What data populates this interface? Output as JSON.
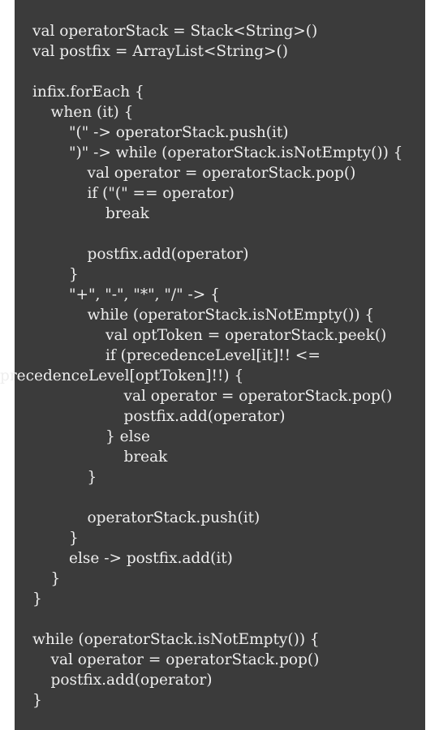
{
  "code_lines": [
    {
      "indent": 1,
      "text": "val operatorStack = Stack<String>()"
    },
    {
      "indent": 1,
      "text": "val postfix = ArrayList<String>()"
    },
    {
      "indent": 1,
      "text": ""
    },
    {
      "indent": 1,
      "text": "infix.forEach {"
    },
    {
      "indent": 2,
      "text": "when (it) {"
    },
    {
      "indent": 3,
      "text": "\"(\" -> operatorStack.push(it)"
    },
    {
      "indent": 3,
      "text": "\")\" -> while (operatorStack.isNotEmpty()) {"
    },
    {
      "indent": 4,
      "text": "val operator = operatorStack.pop()"
    },
    {
      "indent": 4,
      "text": "if (\"(\" == operator)"
    },
    {
      "indent": 5,
      "text": "break"
    },
    {
      "indent": 4,
      "text": ""
    },
    {
      "indent": 4,
      "text": "postfix.add(operator)"
    },
    {
      "indent": 3,
      "text": "}"
    },
    {
      "indent": 3,
      "text": "\"+\", \"-\", \"*\", \"/\" -> {"
    },
    {
      "indent": 4,
      "text": "while (operatorStack.isNotEmpty()) {"
    },
    {
      "indent": 5,
      "text": "val optToken = operatorStack.peek()"
    },
    {
      "indent": 5,
      "text": "if (precedenceLevel[it]!! <="
    },
    {
      "indent": 0,
      "text": "precedenceLevel[optToken]!!) {"
    },
    {
      "indent": 6,
      "text": "val operator = operatorStack.pop()"
    },
    {
      "indent": 6,
      "text": "postfix.add(operator)"
    },
    {
      "indent": 5,
      "text": "} else"
    },
    {
      "indent": 6,
      "text": "break"
    },
    {
      "indent": 4,
      "text": "}"
    },
    {
      "indent": 4,
      "text": ""
    },
    {
      "indent": 4,
      "text": "operatorStack.push(it)"
    },
    {
      "indent": 3,
      "text": "}"
    },
    {
      "indent": 3,
      "text": "else -> postfix.add(it)"
    },
    {
      "indent": 2,
      "text": "}"
    },
    {
      "indent": 1,
      "text": "}"
    },
    {
      "indent": 1,
      "text": ""
    },
    {
      "indent": 1,
      "text": "while (operatorStack.isNotEmpty()) {"
    },
    {
      "indent": 2,
      "text": "val operator = operatorStack.pop()"
    },
    {
      "indent": 2,
      "text": "postfix.add(operator)"
    },
    {
      "indent": 1,
      "text": "}"
    }
  ],
  "colors": {
    "page_background": "#ffffff",
    "panel_background": "#3b3b3b",
    "code_text": "#eeeeee"
  }
}
